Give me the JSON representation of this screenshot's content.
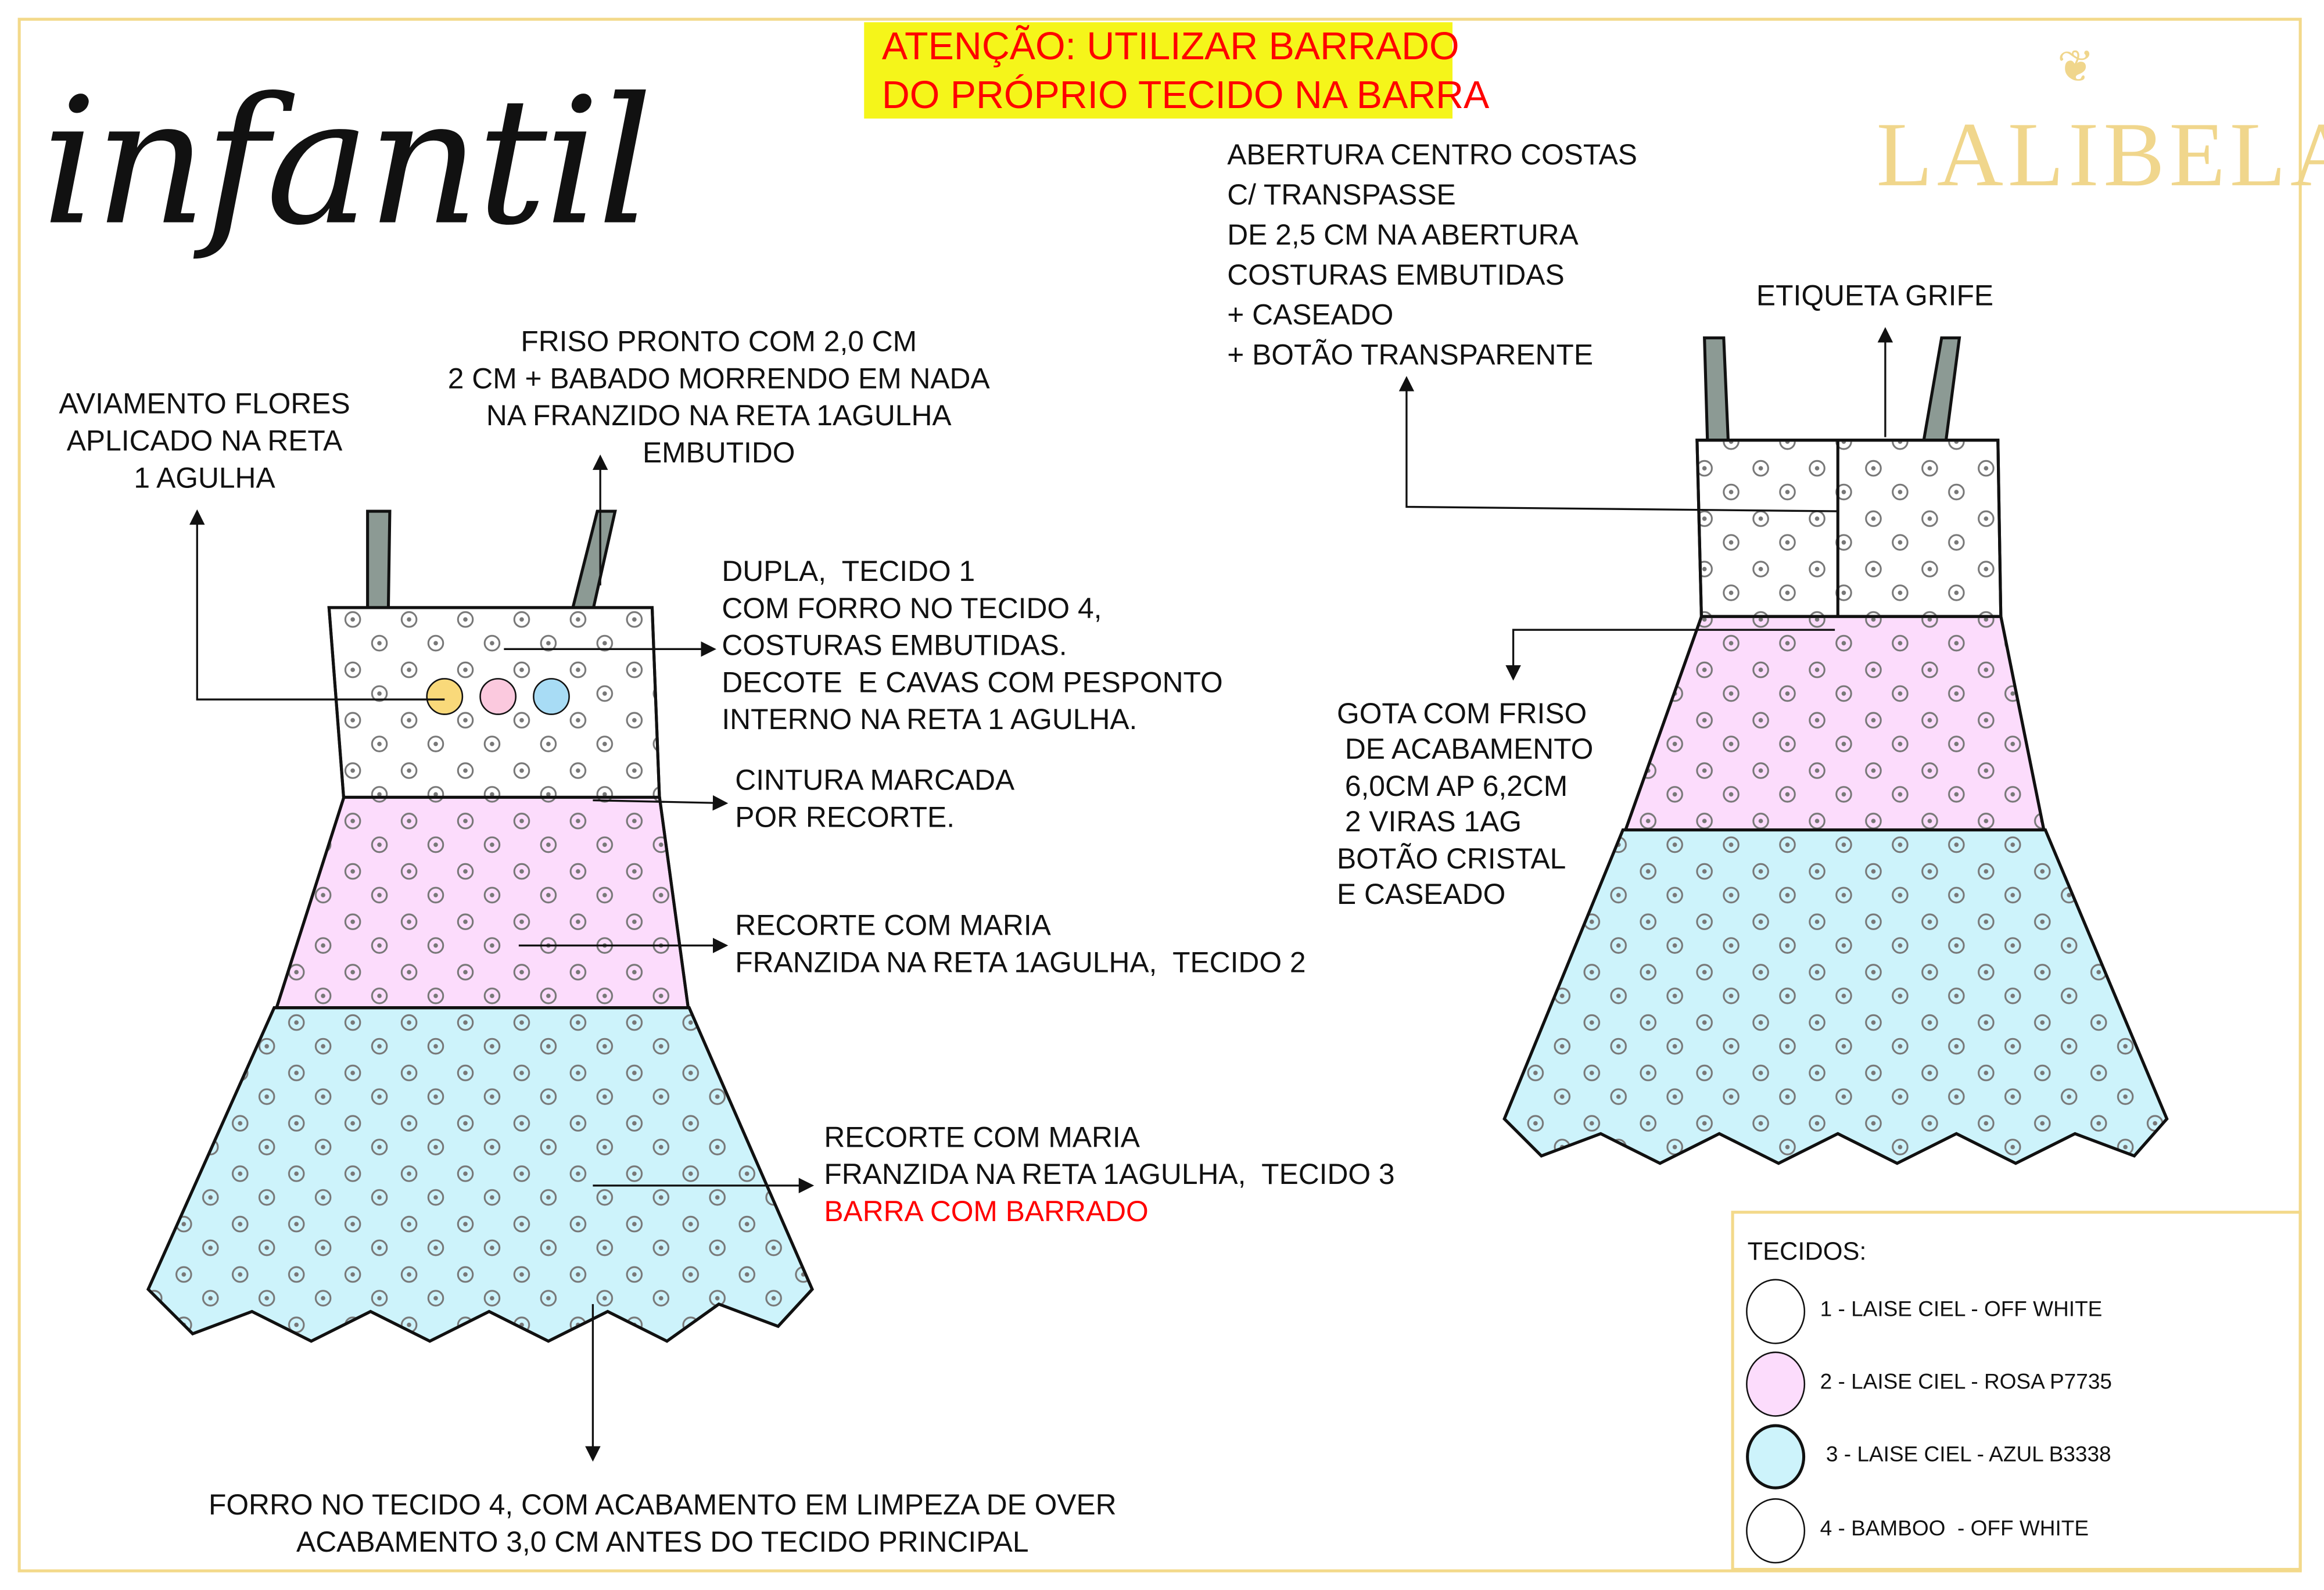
{
  "title": "infantil",
  "warning": "ATENÇÃO: UTILIZAR BARRADO\nDO PRÓPRIO TECIDO NA BARRA",
  "brand": {
    "name": "LALIBELA",
    "icon": "bee-icon",
    "color": "#f0d68c"
  },
  "notes": {
    "friso": "FRISO PRONTO COM 2,0 CM\n2 CM + BABADO MORRENDO EM NADA\nNA FRANZIDO NA RETA 1AGULHA\nEMBUTIDO",
    "aviamento": "AVIAMENTO FLORES\nAPLICADO NA RETA\n1 AGULHA",
    "dupla": "DUPLA,  TECIDO 1\nCOM FORRO NO TECIDO 4,\nCOSTURAS EMBUTIDAS.\nDECOTE  E CAVAS COM PESPONTO\nINTERNO NA RETA 1 AGULHA.",
    "cintura": "CINTURA MARCADA\nPOR RECORTE.",
    "recorte1": "RECORTE COM MARIA\nFRANZIDA NA RETA 1AGULHA,  TECIDO 2",
    "recorte2": "RECORTE COM MARIA\nFRANZIDA NA RETA 1AGULHA,  TECIDO 3",
    "barra": "BARRA COM BARRADO",
    "forro": "FORRO NO TECIDO 4, COM ACABAMENTO EM LIMPEZA DE OVER\nACABAMENTO 3,0 CM ANTES DO TECIDO PRINCIPAL",
    "abertura": "ABERTURA CENTRO COSTAS\nC/ TRANSPASSE\nDE 2,5 CM NA ABERTURA\nCOSTURAS EMBUTIDAS\n+ CASEADO\n+ BOTÃO TRANSPARENTE",
    "etiqueta": "ETIQUETA GRIFE",
    "gota": "GOTA COM FRISO\n DE ACABAMENTO\n 6,0CM AP 6,2CM\n 2 VIRAS 1AG\nBOTÃO CRISTAL\nE CASEADO"
  },
  "legend": {
    "title": "TECIDOS:",
    "items": [
      {
        "label": "1 - LAISE CIEL - OFF WHITE",
        "color": "#ffffff"
      },
      {
        "label": "2 - LAISE CIEL - ROSA P7735",
        "color": "#fcdcfc"
      },
      {
        "label": " 3 - LAISE CIEL - AZUL B3338",
        "color": "#cdf3fb"
      },
      {
        "label": "4 - BAMBOO  - OFF WHITE",
        "color": "#ffffff"
      }
    ]
  }
}
